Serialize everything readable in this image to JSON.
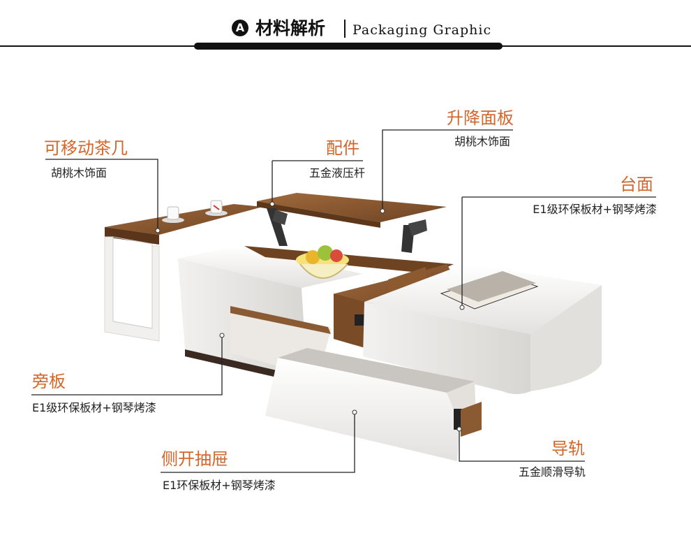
{
  "header": {
    "badge": "A",
    "title": "材料解析",
    "subtitle": "Packaging Graphic"
  },
  "callouts": {
    "movable_table": {
      "title": "可移动茶几",
      "desc": "胡桃木饰面"
    },
    "accessory": {
      "title": "配件",
      "desc": "五金液压杆"
    },
    "lift_panel": {
      "title": "升降面板",
      "desc": "胡桃木饰面"
    },
    "tabletop": {
      "title": "台面",
      "desc": "E1级环保板材+钢琴烤漆"
    },
    "side_panel": {
      "title": "旁板",
      "desc": "E1级环保板材+钢琴烤漆"
    },
    "side_drawer": {
      "title": "侧开抽屉",
      "desc": "E1环保板材+钢琴烤漆"
    },
    "guide_rail": {
      "title": "导轨",
      "desc": "五金顺滑导轨"
    }
  },
  "colors": {
    "accent": "#d2662b",
    "walnut": "#8a5a33",
    "lacquer_white": "#f4f3f1"
  }
}
